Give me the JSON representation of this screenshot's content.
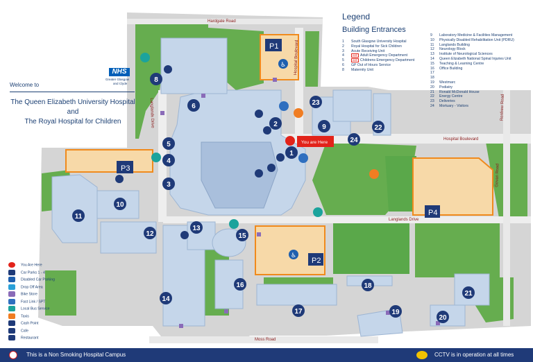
{
  "legend": {
    "title": "Legend",
    "subtitle": "Building Entrances",
    "col1": [
      {
        "n": "1",
        "label": "South Glasgow University Hospital"
      },
      {
        "n": "2",
        "label": "Royal Hospital for Sick Children"
      },
      {
        "n": "3",
        "label": "Acute Receiving Unit"
      },
      {
        "n": "4",
        "label": "Adult Emergency Department",
        "badge": "A&E"
      },
      {
        "n": "5",
        "label": "Childrens Emergency Department",
        "badge": "A&E"
      },
      {
        "n": "6",
        "label": "GP Out of Hours Service"
      },
      {
        "n": "8",
        "label": "Maternity Unit"
      }
    ],
    "col2": [
      {
        "n": "9",
        "label": "Laboratory Medicine & Facilities Management"
      },
      {
        "n": "10",
        "label": "Physically Disabled Rehabilitation Unit (PDRU)"
      },
      {
        "n": "11",
        "label": "Langlands Building"
      },
      {
        "n": "12",
        "label": "Neurology Block"
      },
      {
        "n": "13",
        "label": "Institute of Neurological Sciences"
      },
      {
        "n": "14",
        "label": "Queen Elizabeth National Spinal Injuries Unit"
      },
      {
        "n": "15",
        "label": "Teaching & Learning Centre"
      },
      {
        "n": "16",
        "label": "Office Building"
      },
      {
        "n": "17",
        "label": ""
      },
      {
        "n": "18",
        "label": ""
      },
      {
        "n": "19",
        "label": "Westmarc"
      },
      {
        "n": "20",
        "label": "Podiatry"
      },
      {
        "n": "21",
        "label": "Ronald McDonald House"
      },
      {
        "n": "22",
        "label": "Energy Centre"
      },
      {
        "n": "23",
        "label": "Deliveries"
      },
      {
        "n": "24",
        "label": "Mortuary - Visitors"
      }
    ]
  },
  "welcome": {
    "prefix": "Welcome to",
    "line1": "The Queen Elizabeth University Hospital",
    "line2": "and",
    "line3": "The Royal Hospital for Children"
  },
  "nhs": {
    "logo_text": "NHS",
    "org_line1": "Greater Glasgow",
    "org_line2": "and Clyde"
  },
  "key": [
    {
      "label": "You Are Here",
      "color": "#e2231a",
      "icon": "red-dot-icon"
    },
    {
      "label": "Car Parks 1 - 4",
      "color": "#1f3a78",
      "icon": "car-park-icon"
    },
    {
      "label": "Disabled Car Parking",
      "color": "#1f5fae",
      "icon": "disabled-parking-icon"
    },
    {
      "label": "Drop Off Area",
      "color": "#2aa0d8",
      "icon": "drop-off-icon"
    },
    {
      "label": "Bike Store",
      "color": "#8a6bb8",
      "icon": "bike-store-icon"
    },
    {
      "label": "Fast Link / SPT",
      "color": "#2f6fbf",
      "icon": "fast-link-icon"
    },
    {
      "label": "Local Bus Service",
      "color": "#1ba39c",
      "icon": "bus-icon"
    },
    {
      "label": "Taxis",
      "color": "#f07d22",
      "icon": "taxi-icon"
    },
    {
      "label": "Cash Point",
      "color": "#1f3a78",
      "icon": "cash-point-icon"
    },
    {
      "label": "Cafe",
      "color": "#1f3a78",
      "icon": "cafe-icon"
    },
    {
      "label": "Restaurant",
      "color": "#1f3a78",
      "icon": "restaurant-icon"
    }
  ],
  "roads": {
    "hardgate": "Hardgate Road",
    "hospital_blvd_vert": "Hospital Boulevard",
    "hospital_blvd": "Hospital Boulevard",
    "langlands_drive": "Langlands Drive",
    "langlands_vert": "Langlands Drive",
    "renfrew": "Renfrew Road",
    "govan": "Govan Road",
    "moss": "Moss Road"
  },
  "car_parks": [
    "P1",
    "P2",
    "P3",
    "P4"
  ],
  "you_are_here": "You are Here",
  "building_markers": [
    "1",
    "2",
    "3",
    "4",
    "5",
    "6",
    "8",
    "9",
    "10",
    "11",
    "12",
    "13",
    "14",
    "15",
    "16",
    "17",
    "18",
    "19",
    "20",
    "21",
    "22",
    "23",
    "24"
  ],
  "footer": {
    "left": "This is a Non Smoking Hospital Campus",
    "right": "CCTV is in operation at all times"
  },
  "colors": {
    "navy": "#1f3a78",
    "building": "#c5d6ea",
    "grass": "#5aa84a",
    "car_park": "#f7d9a8",
    "car_park_border": "#f08a1c",
    "road": "#d9d9d9"
  }
}
